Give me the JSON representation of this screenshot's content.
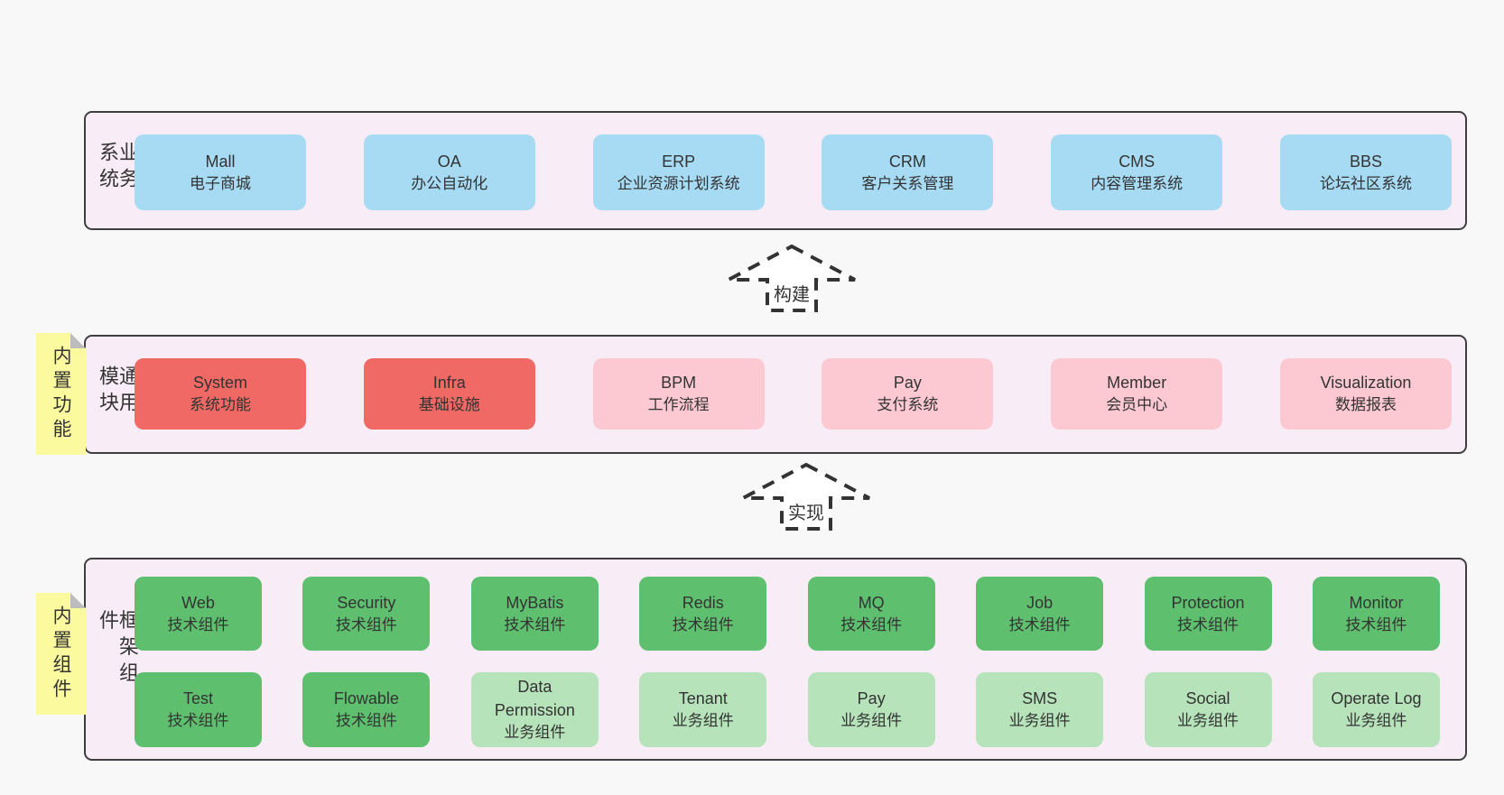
{
  "palette": {
    "page_bg": "#f8f8f8",
    "panel_bg": "#f8edf6",
    "panel_border": "#3f3f3f",
    "blue_box": "#a7dbf4",
    "red_box": "#f06965",
    "pink_box": "#fcc9d3",
    "green_box": "#5ec06f",
    "light_green_box": "#b6e3ba",
    "sticky_yellow": "#fbfa9e",
    "fold_gray": "#bcbcbc",
    "text": "#333333"
  },
  "arrows": {
    "build": "构建",
    "implement": "实现"
  },
  "sections": {
    "business": {
      "label": "业务系统",
      "boxes": [
        {
          "en": "Mall",
          "zh": "电子商城",
          "tone": "blue"
        },
        {
          "en": "OA",
          "zh": "办公自动化",
          "tone": "blue"
        },
        {
          "en": "ERP",
          "zh": "企业资源计划系统",
          "tone": "blue"
        },
        {
          "en": "CRM",
          "zh": "客户关系管理",
          "tone": "blue"
        },
        {
          "en": "CMS",
          "zh": "内容管理系统",
          "tone": "blue"
        },
        {
          "en": "BBS",
          "zh": "论坛社区系统",
          "tone": "blue"
        }
      ]
    },
    "modules": {
      "label": "通用模块",
      "tab": "内置功能",
      "boxes": [
        {
          "en": "System",
          "zh": "系统功能",
          "tone": "red"
        },
        {
          "en": "Infra",
          "zh": "基础设施",
          "tone": "red"
        },
        {
          "en": "BPM",
          "zh": "工作流程",
          "tone": "pink"
        },
        {
          "en": "Pay",
          "zh": "支付系统",
          "tone": "pink"
        },
        {
          "en": "Member",
          "zh": "会员中心",
          "tone": "pink"
        },
        {
          "en": "Visualization",
          "zh": "数据报表",
          "tone": "pink"
        }
      ]
    },
    "framework": {
      "label": "框架组件",
      "tab": "内置组件",
      "rows": [
        [
          {
            "en": "Web",
            "zh": "技术组件",
            "tone": "green"
          },
          {
            "en": "Security",
            "zh": "技术组件",
            "tone": "green"
          },
          {
            "en": "MyBatis",
            "zh": "技术组件",
            "tone": "green"
          },
          {
            "en": "Redis",
            "zh": "技术组件",
            "tone": "green"
          },
          {
            "en": "MQ",
            "zh": "技术组件",
            "tone": "green"
          },
          {
            "en": "Job",
            "zh": "技术组件",
            "tone": "green"
          },
          {
            "en": "Protection",
            "zh": "技术组件",
            "tone": "green"
          },
          {
            "en": "Monitor",
            "zh": "技术组件",
            "tone": "green"
          }
        ],
        [
          {
            "en": "Test",
            "zh": "技术组件",
            "tone": "green"
          },
          {
            "en": "Flowable",
            "zh": "技术组件",
            "tone": "green"
          },
          {
            "en": "Data Permission",
            "zh": "业务组件",
            "tone": "lightgreen"
          },
          {
            "en": "Tenant",
            "zh": "业务组件",
            "tone": "lightgreen"
          },
          {
            "en": "Pay",
            "zh": "业务组件",
            "tone": "lightgreen"
          },
          {
            "en": "SMS",
            "zh": "业务组件",
            "tone": "lightgreen"
          },
          {
            "en": "Social",
            "zh": "业务组件",
            "tone": "lightgreen"
          },
          {
            "en": "Operate Log",
            "zh": "业务组件",
            "tone": "lightgreen"
          }
        ]
      ]
    }
  }
}
